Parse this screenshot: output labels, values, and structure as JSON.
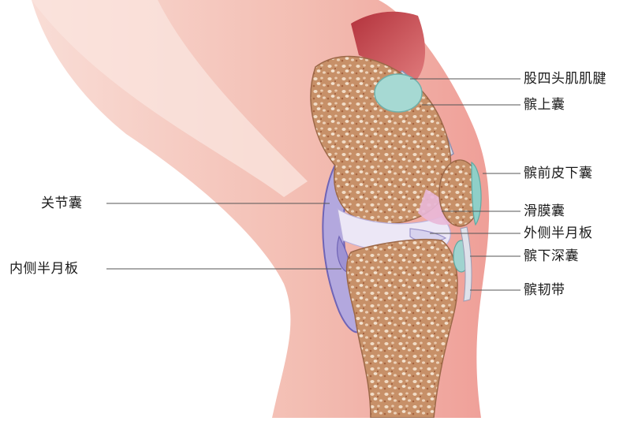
{
  "labels": {
    "quadriceps_tendon": "股四头肌肌腱",
    "suprapatellar_bursa": "髌上囊",
    "prepatellar_bursa": "髌前皮下囊",
    "synovial_bursa": "滑膜囊",
    "lateral_meniscus": "外侧半月板",
    "deep_infrapatellar_bursa": "髌下深囊",
    "patellar_ligament": "髌韧带",
    "joint_capsule": "关节囊",
    "medial_meniscus": "内侧半月板"
  },
  "colors": {
    "skin": "#f2b7ad",
    "skin_light": "#f8d8d0",
    "bone": "#c98f6a",
    "bone_dot": "#f0dcc8",
    "muscle": "#c9484f",
    "bursa": "#9fd3cf",
    "capsule": "#8f86c9",
    "cartilage": "#e6e0f2",
    "synovium": "#e9b8d8",
    "leader_line": "#555555"
  }
}
